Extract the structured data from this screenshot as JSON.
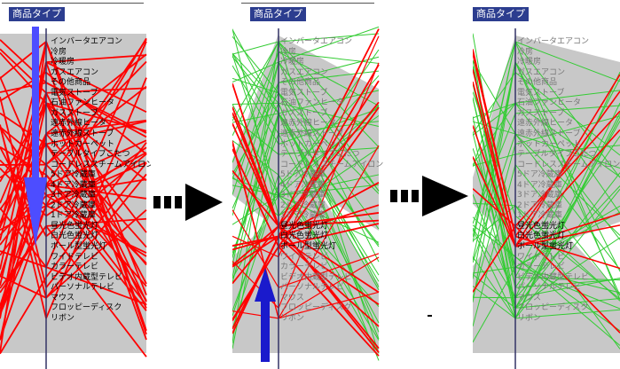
{
  "title_label": "商品タイプ",
  "colors": {
    "background_gray": "#c8c8c8",
    "red_line": "#ff0000",
    "green_line": "#33cc33",
    "axis": "#333366",
    "title_bg": "#2c3d8f",
    "arrow_light_blue": "#4d4dff",
    "arrow_dark_blue": "#1a1acc",
    "transition_arrow": "#000000"
  },
  "categories": [
    "インバータエアコン",
    "冷房",
    "冷暖房",
    "ガスエアコン",
    "その他商品",
    "電気ストーブ",
    "石油ファンヒータ",
    "ガスストーブ",
    "遠赤外線ヒータ",
    "遠赤外線ストーブ",
    "ホットカーペット",
    "テーブルタイプこたつ",
    "コードレススチームアイロン",
    "5ドア冷蔵庫",
    "4ドア冷蔵庫",
    "3ドア冷蔵庫",
    "2ドア冷蔵庫",
    "1ドア冷蔵庫",
    "昼光色蛍光灯",
    "白光色蛍光灯",
    "ボール型蛍光灯",
    "ワイドテレビ",
    "カラーテレビ",
    "ビデオ内蔵型テレビ",
    "パーソナルテレビ",
    "マウス",
    "フロッピーディスク",
    "リボン"
  ],
  "panels": [
    {
      "id": "panel-1",
      "label_style": "bold",
      "highlight_range": [
        0,
        17
      ],
      "arrow": "down"
    },
    {
      "id": "panel-2",
      "label_style": "mixed",
      "highlight_range": [
        18,
        20
      ],
      "arrow": "up"
    },
    {
      "id": "panel-3",
      "label_style": "mixed",
      "highlight_range": [
        18,
        20
      ],
      "arrow": "none"
    }
  ],
  "transition_arrows": [
    "arrow-1-to-2",
    "arrow-2-to-3"
  ]
}
